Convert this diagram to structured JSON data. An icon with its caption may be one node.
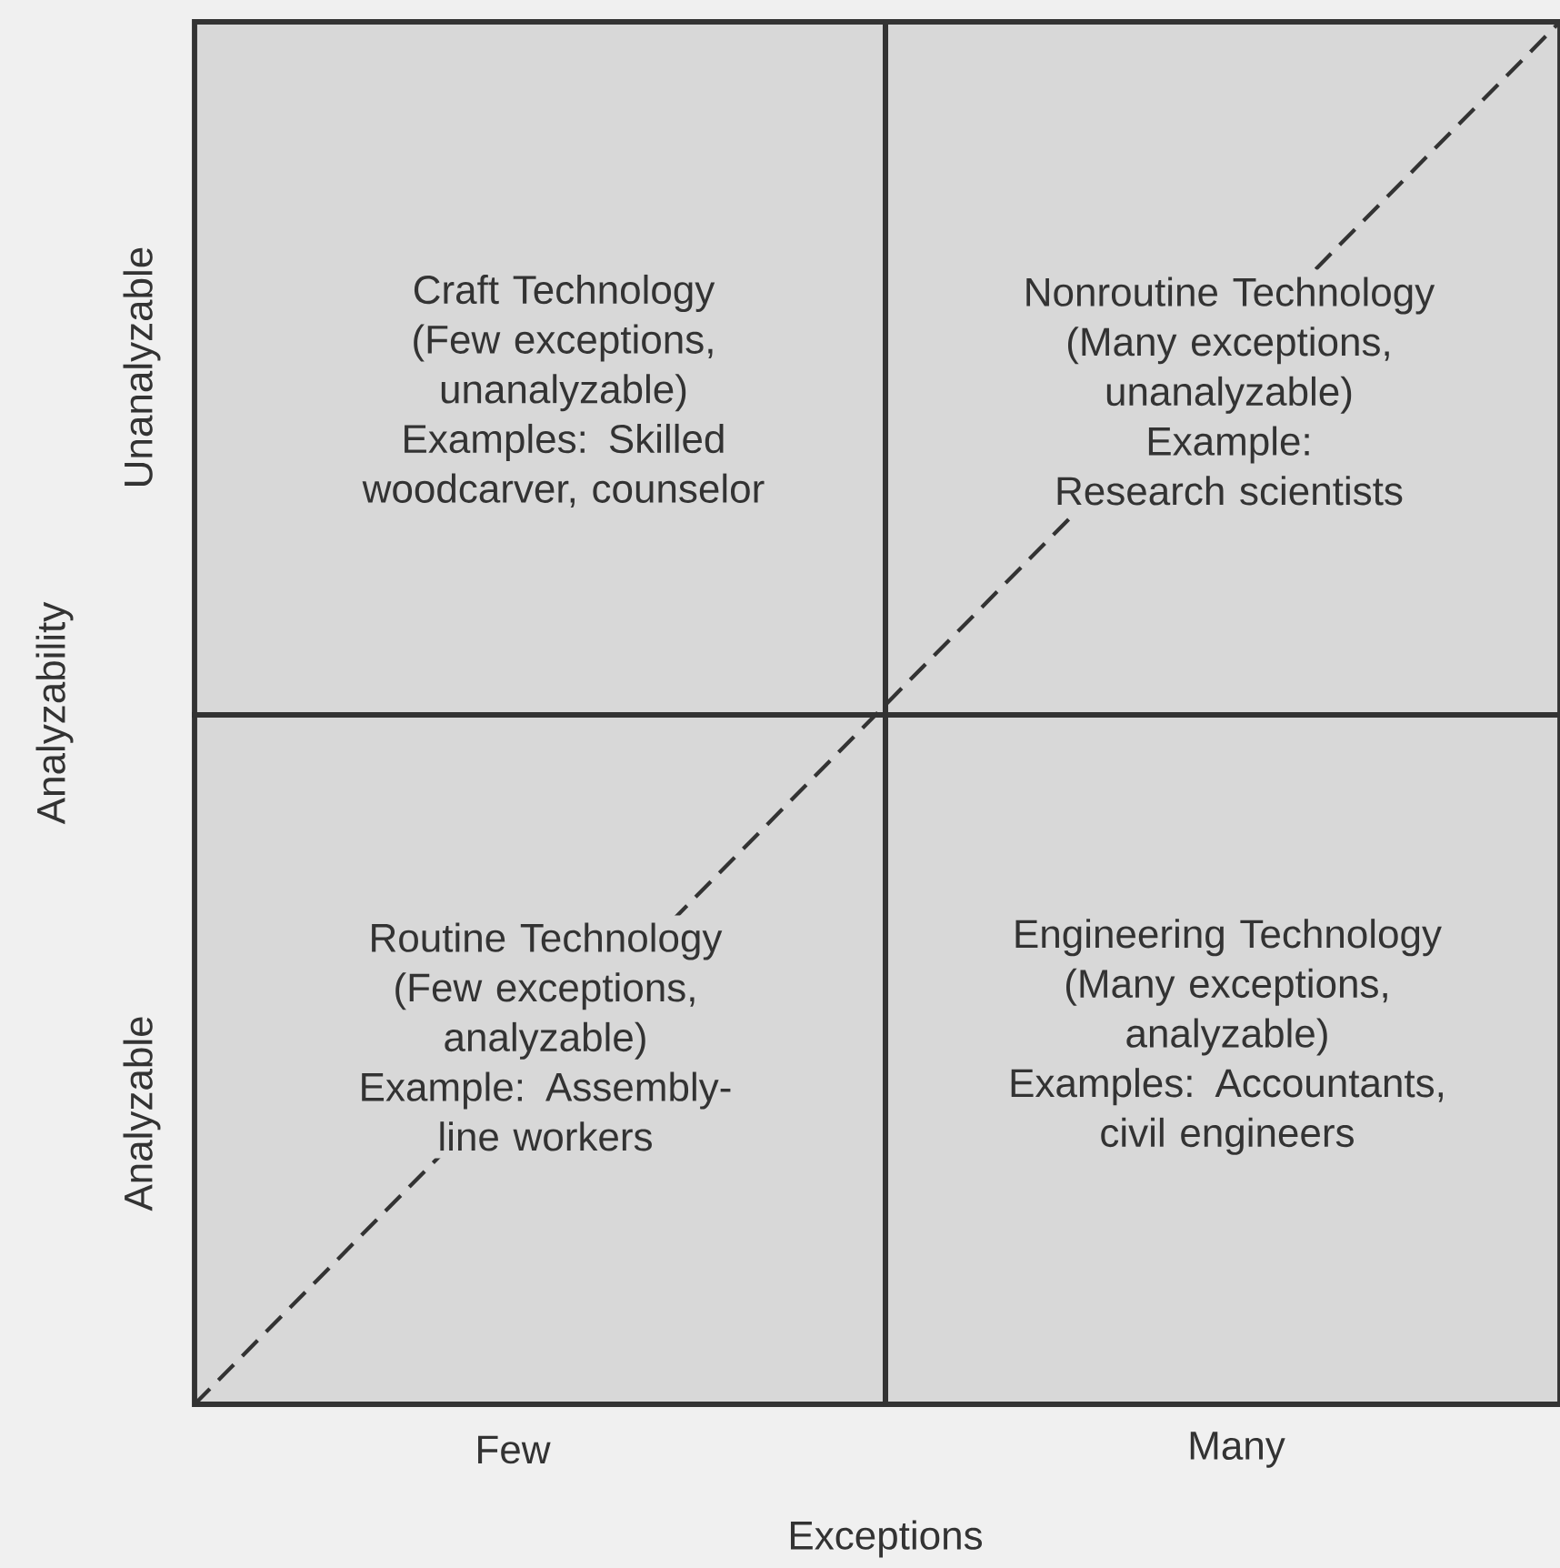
{
  "diagram": {
    "nodes": [
      {
        "text": [
          "Craft Technology",
          "(Few exceptions, unanalyzable)",
          "Examples:  Skilled woodcarver, counselor"
        ]
      },
      {
        "text": [
          "Nonroutine Technology",
          "(Many exceptions, unanalyzable)",
          "Example:  Research scientists"
        ]
      },
      {
        "text": [
          "Routine Technology",
          "(Few exceptions, analyzable)",
          "Example:  Assembly-line workers"
        ]
      },
      {
        "text": [
          "Engineering Technology",
          "(Many exceptions, analyzable)",
          "Examples:  Accountants, civil engineers"
        ]
      }
    ],
    "edges": [],
    "labels": [
      "Unanalyzable",
      "Analyzability",
      "Analyzable",
      "Few",
      "Many",
      "Exceptions"
    ]
  }
}
